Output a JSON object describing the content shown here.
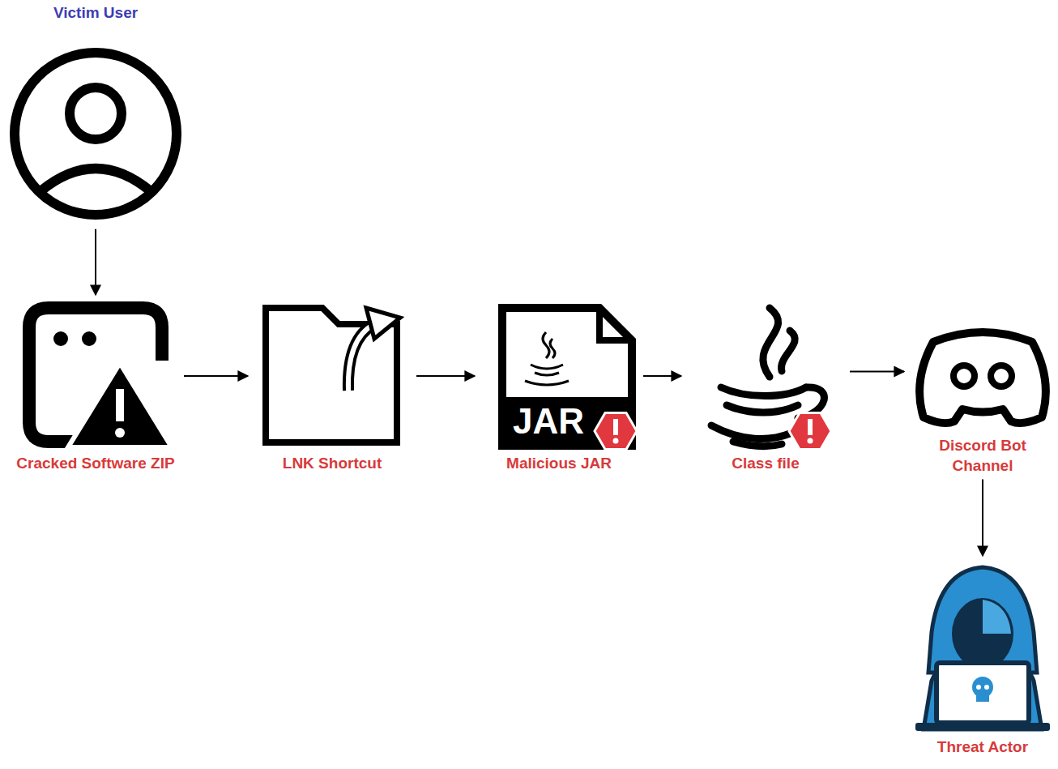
{
  "diagram": {
    "nodes": [
      {
        "text": [
          "Victim User"
        ]
      },
      {
        "text": [
          "Cracked Software ZIP"
        ]
      },
      {
        "text": [
          "LNK Shortcut"
        ]
      },
      {
        "text": [
          "Malicious JAR"
        ]
      },
      {
        "text": [
          "Class file"
        ]
      },
      {
        "text": [
          "Discord Bot Channel"
        ]
      },
      {
        "text": [
          "Threat Actor"
        ]
      }
    ],
    "edges": [
      {
        "from": 0,
        "to": 1,
        "arrow": "to"
      },
      {
        "from": 1,
        "to": 2,
        "arrow": "to"
      },
      {
        "from": 2,
        "to": 3,
        "arrow": "to"
      },
      {
        "from": 3,
        "to": 4,
        "arrow": "to"
      },
      {
        "from": 4,
        "to": 5,
        "arrow": "to"
      },
      {
        "from": 5,
        "to": 6,
        "arrow": "to"
      }
    ],
    "labels": [
      "JAR"
    ]
  }
}
